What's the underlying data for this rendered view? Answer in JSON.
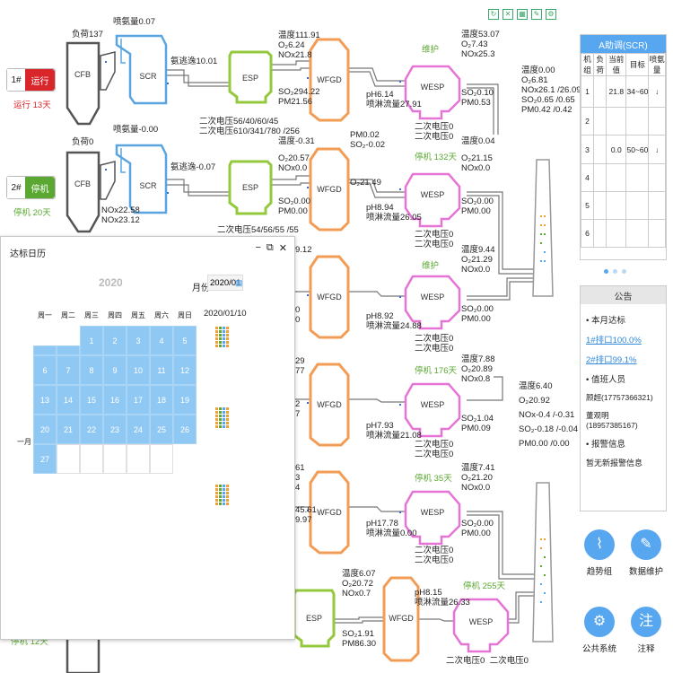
{
  "toolbar": {
    "icons": [
      "refresh-icon",
      "expand-icon",
      "grid-icon",
      "edit-icon",
      "settings-icon"
    ]
  },
  "units": [
    {
      "num": "1#",
      "status": "运行",
      "status_color": "#d9262b",
      "days": "运行 13天",
      "days_color": "#d9262b"
    },
    {
      "num": "2#",
      "status": "停机",
      "status_color": "#5aa832",
      "days": "停机 20天",
      "days_color": "#5aa832"
    }
  ],
  "process": {
    "cfb": "CFB",
    "scr": "SCR",
    "esp": "ESP",
    "wfgd": "WFGD",
    "wesp": "WESP",
    "row1": {
      "load": "负荷137",
      "ammonia": "喷氨量0.07",
      "ammonia_escape": "氨逃逸10.01",
      "esp_out": [
        "温度111.91",
        "O₂6.24",
        "NOx21.8"
      ],
      "esp_so2": [
        "SO₂294.22",
        "PM21.56"
      ],
      "esp_voltage": [
        "二次电压56/40/60/45",
        "二次电压610/341/780 /256"
      ],
      "maintain": "维护",
      "wfgd_out": [
        "pH6.14",
        "喷淋流量27.91"
      ],
      "wesp_voltage": [
        "二次电压0",
        "二次电压0"
      ],
      "wesp_in": [
        "温度53.07",
        "O₂7.43",
        "NOx25.3"
      ],
      "wesp_out": [
        "SO₂0.10",
        "PM0.53"
      ]
    },
    "row2": {
      "load": "负荷0",
      "ammonia": "喷氨量-0.00",
      "ammonia_escape": "氨逃逸-0.07",
      "scr_vals": [
        "NOx22.58",
        "NOx23.12"
      ],
      "esp_in": [
        "温度-0.31",
        "O₂20.57",
        "NOx0.0"
      ],
      "esp_so2": [
        "SO₂0.00",
        "PM0.00"
      ],
      "esp_voltage": [
        "二次电压54/56/55 /55"
      ],
      "wfgd_in": [
        "PM0.02",
        "SO₂-0.02"
      ],
      "wfgd_o2": "O₂21.49",
      "stop": "停机 132天",
      "wfgd_out": [
        "pH8.94",
        "喷淋流量26.05"
      ],
      "wesp_voltage": [
        "二次电压0",
        "二次电压0"
      ],
      "wesp_in": [
        "温度0.04",
        "O₂21.15",
        "NOx0.0"
      ],
      "wesp_out": [
        "SO₂0.00",
        "PM0.00"
      ]
    },
    "row3": {
      "left_vals": [
        "9.12",
        "0",
        "0"
      ],
      "maintain": "维护",
      "wfgd_out": [
        "pH8.92",
        "喷淋流量24.88"
      ],
      "wesp_voltage": [
        "二次电压0",
        "二次电压0"
      ],
      "wesp_in": [
        "温度9.44",
        "O₂21.29",
        "NOx0.0"
      ],
      "wesp_out": [
        "SO₂0.00",
        "PM0.00"
      ]
    },
    "row4": {
      "left_vals": [
        "29",
        "77",
        "2",
        "7"
      ],
      "stop": "停机 176天",
      "wfgd_out": [
        "pH7.93",
        "喷淋流量21.08"
      ],
      "wesp_voltage": [
        "二次电压0",
        "二次电压0"
      ],
      "wesp_in": [
        "温度7.88",
        "O₂20.89",
        "NOx0.8"
      ],
      "wesp_out": [
        "SO₂1.04",
        "PM0.09"
      ]
    },
    "row5": {
      "left_vals": [
        "61",
        "3",
        "4",
        "45.61",
        "9.97"
      ],
      "stop": "停机 35天",
      "wfgd_out": [
        "pH17.78",
        "喷淋流量0.00"
      ],
      "wesp_voltage": [
        "二次电压0",
        "二次电压0"
      ],
      "wesp_in": [
        "温度7.41",
        "O₂21.20",
        "NOx0.0"
      ],
      "wesp_out": [
        "SO₂0.00",
        "PM0.00"
      ]
    },
    "row6": {
      "esp_in": [
        "温度6.07",
        "O₂20.72",
        "NOx0.7"
      ],
      "esp_out": [
        "SO₂1.91",
        "PM86.30"
      ],
      "wfgd_out": [
        "pH8.15",
        "喷淋流量26.33"
      ],
      "stop": "停机 255天",
      "wesp_voltage": [
        "二次电压0",
        "二次电压0"
      ],
      "days_left": "停机 12天"
    },
    "stack1": [
      "温度0.00",
      "O₂6.81",
      "NOx26.1 /26.09",
      "SO₂0.65 /0.65",
      "PM0.42 /0.42"
    ],
    "stack2": [
      "温度6.40",
      "O₂20.92",
      "NOx-0.4 /-0.31",
      "SO₂-0.18 /-0.04",
      "PM0.00 /0.00"
    ]
  },
  "regulation": {
    "title": "A助调(SCR)",
    "headers": [
      "机组",
      "负荷",
      "当前值",
      "目标",
      "喷氨量"
    ],
    "rows": [
      [
        "1",
        "",
        "21.8",
        "34~60",
        "↓"
      ],
      [
        "2",
        "",
        "",
        "",
        ""
      ],
      [
        "3",
        "",
        "0.0",
        "50~60",
        "↓"
      ],
      [
        "4",
        "",
        "",
        "",
        ""
      ],
      [
        "5",
        "",
        "",
        "",
        ""
      ],
      [
        "6",
        "",
        "",
        "",
        ""
      ]
    ]
  },
  "notice": {
    "title": "公告",
    "items": [
      "• 本月达标",
      "1#排口100.0%",
      "2#排口99.1%",
      "• 值班人员",
      "顾超(17757366321)",
      "董观明(18957385167)",
      "• 报警信息",
      "暂无新报警信息"
    ]
  },
  "functions": [
    {
      "label": "趋势组",
      "icon": "chart-trend-icon",
      "glyph": "⌇"
    },
    {
      "label": "数据维护",
      "icon": "wrench-icon",
      "glyph": "✎"
    },
    {
      "label": "公共系统",
      "icon": "network-icon",
      "glyph": "⚙"
    },
    {
      "label": "注释",
      "icon": "note-icon",
      "glyph": "注"
    }
  ],
  "calendar": {
    "title": "达标日历",
    "year": "2020",
    "month_label": "月份",
    "month_value": "2020/01",
    "weekdays": [
      "周一",
      "周二",
      "周三",
      "周四",
      "周五",
      "周六",
      "周日"
    ],
    "month_name": "一月",
    "days": [
      "1",
      "2",
      "3",
      "4",
      "5",
      "6",
      "7",
      "8",
      "9",
      "10",
      "11",
      "12",
      "13",
      "14",
      "15",
      "16",
      "17",
      "18",
      "19",
      "20",
      "21",
      "22",
      "23",
      "24",
      "25",
      "26",
      "27"
    ],
    "selected_date": "2020/01/10"
  }
}
